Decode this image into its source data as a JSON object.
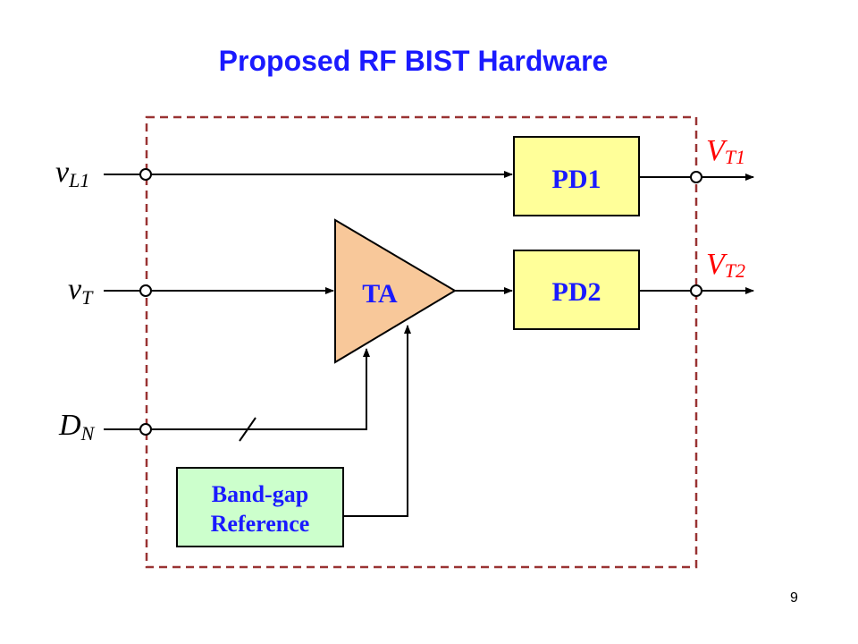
{
  "slide": {
    "title": "Proposed RF BIST Hardware",
    "page_number": "9"
  },
  "inputs": {
    "vl1": {
      "main": "v",
      "sub": "L1"
    },
    "vt": {
      "main": "v",
      "sub": "T"
    },
    "dn": {
      "main": "D",
      "sub": "N"
    }
  },
  "outputs": {
    "vt1": {
      "main": "V",
      "sub": "T1"
    },
    "vt2": {
      "main": "V",
      "sub": "T2"
    }
  },
  "blocks": {
    "pd1": "PD1",
    "pd2": "PD2",
    "ta": "TA",
    "bandgap_line1": "Band-gap",
    "bandgap_line2": "Reference"
  },
  "colors": {
    "title": "#1a1aff",
    "block_text": "#1a1aff",
    "pd_fill": "#ffff99",
    "ta_fill": "#f8c89a",
    "bandgap_fill": "#ccffcc",
    "boundary": "#993333",
    "output_label": "#ff0000"
  }
}
